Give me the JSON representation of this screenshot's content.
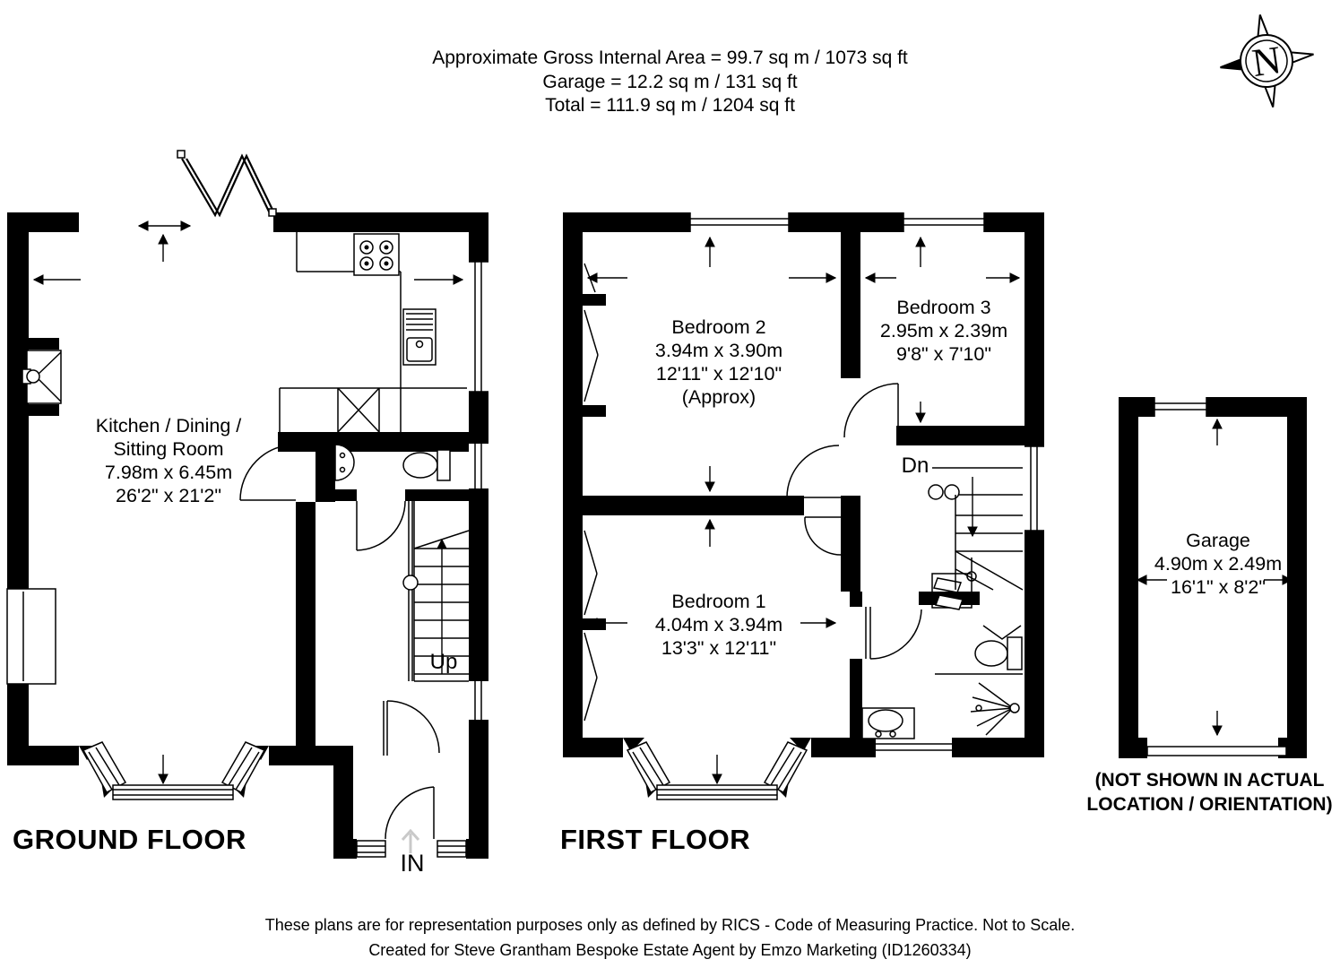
{
  "header": {
    "gross_area": "Approximate Gross Internal Area = 99.7 sq m / 1073 sq ft",
    "garage_area": "Garage = 12.2 sq m / 131 sq ft",
    "total_area": "Total = 111.9 sq m / 1204 sq ft"
  },
  "compass": {
    "north_letter": "N"
  },
  "ground_floor": {
    "title": "GROUND FLOOR",
    "room_label": {
      "line1": "Kitchen / Dining /",
      "line2": "Sitting Room",
      "line3": "7.98m x 6.45m",
      "line4": "26'2\" x 21'2\""
    },
    "stairs_label": "Up",
    "entrance_label": "IN"
  },
  "first_floor": {
    "title": "FIRST FLOOR",
    "bedroom1": {
      "line1": "Bedroom 1",
      "line2": "4.04m x 3.94m",
      "line3": "13'3\" x 12'11\""
    },
    "bedroom2": {
      "line1": "Bedroom 2",
      "line2": "3.94m x 3.90m",
      "line3": "12'11\" x 12'10\"",
      "line4": "(Approx)"
    },
    "bedroom3": {
      "line1": "Bedroom 3",
      "line2": "2.95m x 2.39m",
      "line3": "9'8\" x 7'10\""
    },
    "stairs_label": "Dn"
  },
  "garage": {
    "room_label": {
      "line1": "Garage",
      "line2": "4.90m x 2.49m",
      "line3": "16'1\" x 8'2\""
    },
    "note": {
      "line1": "(NOT SHOWN IN ACTUAL",
      "line2": "LOCATION / ORIENTATION)"
    }
  },
  "footer": {
    "line1": "These plans are for representation purposes only as defined by RICS - Code of Measuring Practice. Not to Scale.",
    "line2": "Created for Steve Grantham Bespoke Estate Agent by Emzo Marketing (ID1260334)"
  },
  "colors": {
    "ink": "#000000",
    "paper": "#ffffff",
    "in_arrow": "#c9c9c9"
  }
}
